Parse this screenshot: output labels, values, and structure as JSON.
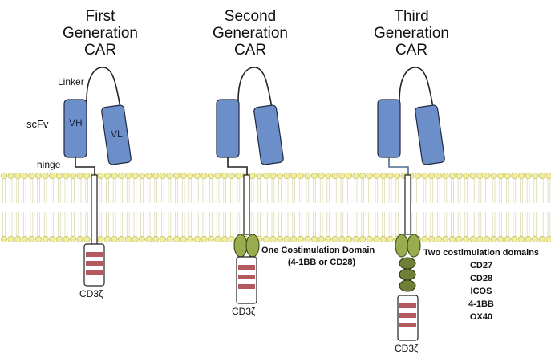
{
  "generations": [
    {
      "title": [
        "First",
        "Generation",
        "CAR"
      ]
    },
    {
      "title": [
        "Second",
        "Generation",
        "CAR"
      ]
    },
    {
      "title": [
        "Third",
        "Generation",
        "CAR"
      ]
    }
  ],
  "labels": {
    "linker": "Linker",
    "scfv": "scFv",
    "vh": "VH",
    "vl": "VL",
    "hinge": "hinge",
    "cd3z": "CD3ζ",
    "one_costim": "One Costimulation Domain",
    "one_costim_sub": "(4-1BB or CD28)",
    "two_costim": "Two costimulation domains",
    "costim_list": [
      "CD27",
      "CD28",
      "ICOS",
      "4-1BB",
      "OX40"
    ]
  },
  "colors": {
    "domain_blue": "#6d8fc9",
    "cd3z_red": "#b35a5f",
    "costim_green": "#99ad4e",
    "costim_dark_green": "#6f7f38",
    "lipid_yellow": "#f1ed9f"
  }
}
